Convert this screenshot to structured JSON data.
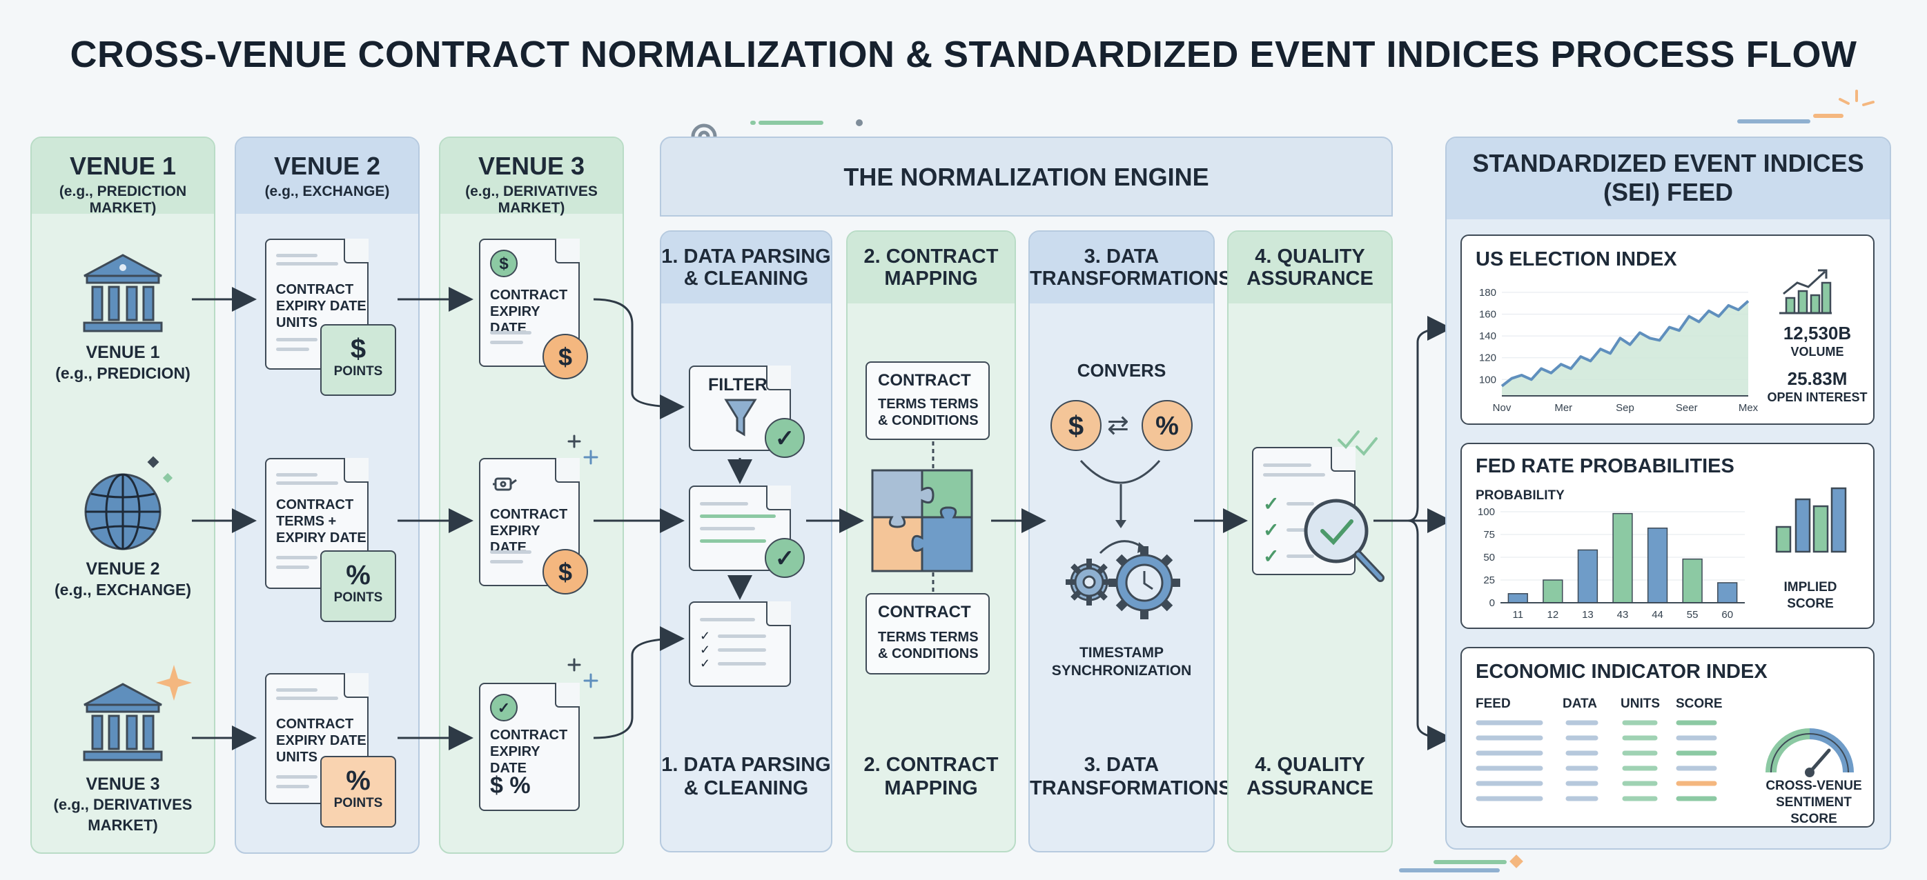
{
  "title": "CROSS-VENUE CONTRACT NORMALIZATION & STANDARDIZED EVENT INDICES PROCESS FLOW",
  "venues": [
    {
      "name": "VENUE 1",
      "subtitle": "(e.g., PREDICTION MARKET)",
      "icon": "bank-icon",
      "label1": "VENUE 1",
      "label2": "(e.g., PREDICION)"
    },
    {
      "name": "VENUE 2",
      "subtitle": "(e.g., EXCHANGE)",
      "icon": "globe-icon",
      "label1": "VENUE 2",
      "label2": "(e.g., EXCHANGE)"
    },
    {
      "name": "VENUE 3",
      "subtitle": "(e.g., DERIVATIVES MARKET)",
      "icon": "bank-icon",
      "label1": "VENUE 3",
      "label2": "(e.g., DERIVATIVES",
      "label3": "MARKET)"
    }
  ],
  "venue2_docs": [
    {
      "lines": [
        "CONTRACT",
        "EXPIRY DATE",
        "UNITS"
      ],
      "badge_symbol": "$",
      "badge_label": "POINTS",
      "badge_color": "#cfe8d8"
    },
    {
      "lines": [
        "CONTRACT",
        "TERMS +",
        "EXPIRY DATE"
      ],
      "badge_symbol": "%",
      "badge_label": "POINTS",
      "badge_color": "#cfe8d8"
    },
    {
      "lines": [
        "CONTRACT",
        "EXPIRY DATE",
        "UNITS"
      ],
      "badge_symbol": "%",
      "badge_label": "POINTS",
      "badge_color": "#f9d3b0"
    }
  ],
  "venue3_docs": [
    {
      "lines": [
        "CONTRACT",
        "EXPIRY DATE"
      ],
      "top_symbol": "$",
      "coin": "$"
    },
    {
      "lines": [
        "CONTRACT",
        "EXPIRY DATE"
      ],
      "top_symbol": "",
      "coin": "$"
    },
    {
      "lines": [
        "CONTRACT",
        "EXPIRY DATE"
      ],
      "top_symbol": "",
      "bottom_text": "$ %"
    }
  ],
  "engine": {
    "title": "THE NORMALIZATION ENGINE",
    "stages": [
      {
        "head": [
          "1. DATA PARSING",
          "& CLEANING"
        ],
        "foot": [
          "1. DATA PARSING",
          "& CLEANING"
        ]
      },
      {
        "head": [
          "2. CONTRACT",
          "MAPPING"
        ],
        "foot": [
          "2. CONTRACT",
          "MAPPING"
        ]
      },
      {
        "head": [
          "3. DATA",
          "TRANSFORMATIONS"
        ],
        "foot": [
          "3. DATA",
          "TRANSFORMATIONS"
        ]
      },
      {
        "head": [
          "4. QUALITY",
          "ASSURANCE"
        ],
        "foot": [
          "4. QUALITY",
          "ASSURANCE"
        ]
      }
    ],
    "filter_label": "FILTER",
    "mapping_box_top": [
      "CONTRACT",
      "TERMS TERMS",
      "& CONDITIONS"
    ],
    "mapping_box_bottom": [
      "CONTRACT",
      "TERMS TERMS",
      "& CONDITIONS"
    ],
    "convert_label": "CONVERS",
    "convert_left": "$",
    "convert_right": "%",
    "timestamp_label": [
      "TIMESTAMP",
      "SYNCHRONIZATION"
    ]
  },
  "sei": {
    "title": [
      "STANDARDIZED EVENT INDICES",
      "(SEI) FEED"
    ],
    "election": {
      "title": "US ELECTION INDEX",
      "volume_value": "12,530B",
      "volume_label": "VOLUME",
      "oi_value": "25.83M",
      "oi_label": "OPEN INTEREST"
    },
    "fed": {
      "title": "FED RATE PROBABILITIES",
      "ylabel": "PROBABILITY",
      "implied_label": [
        "IMPLIED",
        "SCORE"
      ]
    },
    "econ": {
      "title": "ECONOMIC INDICATOR INDEX",
      "columns": [
        "FEED",
        "DATA",
        "UNITS",
        "SCORE"
      ],
      "gauge_label": [
        "CROSS-VENUE",
        "SENTIMENT SCORE"
      ]
    }
  },
  "colors": {
    "green": "#8cc9a3",
    "blue": "#6f9cc8",
    "orange": "#f4b77f",
    "dark": "#3e4a56"
  },
  "chart_data": [
    {
      "type": "line",
      "title": "US ELECTION INDEX",
      "x_ticks": [
        "Nov",
        "Mer",
        "Sep",
        "Seer",
        "Mex"
      ],
      "y_ticks": [
        100,
        120,
        140,
        160,
        180
      ],
      "ylim": [
        85,
        185
      ],
      "values": [
        94,
        101,
        104,
        100,
        110,
        106,
        114,
        110,
        121,
        117,
        128,
        124,
        138,
        132,
        143,
        138,
        136,
        148,
        145,
        158,
        153,
        163,
        158,
        168,
        164,
        172
      ]
    },
    {
      "type": "bar",
      "title": "FED RATE PROBABILITIES",
      "ylabel": "PROBABILITY",
      "categories": [
        "11",
        "12",
        "13",
        "43",
        "44",
        "55",
        "60"
      ],
      "y_ticks": [
        0,
        25,
        50,
        75,
        100
      ],
      "ylim": [
        0,
        100
      ],
      "values": [
        10,
        25,
        58,
        98,
        82,
        48,
        22
      ]
    }
  ]
}
